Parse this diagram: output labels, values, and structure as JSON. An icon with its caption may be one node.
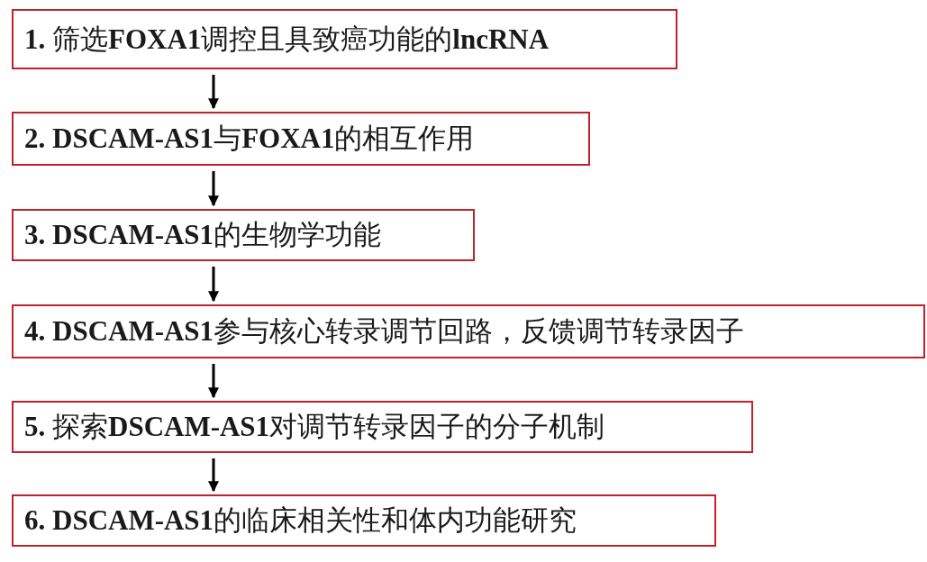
{
  "diagram": {
    "nodes": [
      {
        "text": [
          "**1.** 筛选**FOXA1**调控且具致癌功能的**lncRNA**"
        ]
      },
      {
        "text": [
          "**2. DSCAM-AS1**与**FOXA1**的相互作用"
        ]
      },
      {
        "text": [
          "**3. DSCAM-AS1**的生物学功能"
        ]
      },
      {
        "text": [
          "**4. DSCAM-AS1**参与核心转录调节回路，反馈调节转录因子"
        ]
      },
      {
        "text": [
          "**5.** 探索**DSCAM-AS1**对调节转录因子的分子机制"
        ]
      },
      {
        "text": [
          "**6. DSCAM-AS1**的临床相关性和体内功能研究"
        ]
      }
    ],
    "edges": [
      {
        "from": 0,
        "to": 1,
        "arrow": "to"
      },
      {
        "from": 1,
        "to": 2,
        "arrow": "to"
      },
      {
        "from": 2,
        "to": 3,
        "arrow": "to"
      },
      {
        "from": 3,
        "to": 4,
        "arrow": "to"
      },
      {
        "from": 4,
        "to": 5,
        "arrow": "to"
      }
    ]
  }
}
